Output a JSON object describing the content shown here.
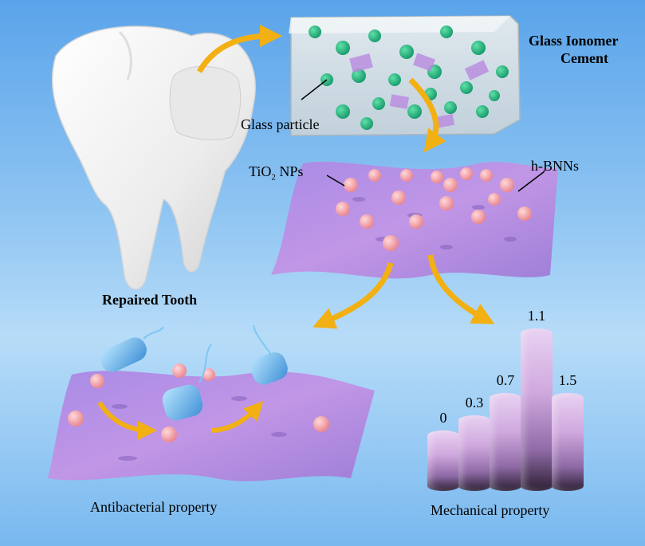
{
  "labels": {
    "glass_ionomer_cement": [
      "Glass Ionomer",
      "Cement"
    ],
    "glass_particle": "Glass particle",
    "tio2_main": "TiO",
    "tio2_sub": "2",
    "tio2_rest": " NPs",
    "h_bnns": "h-BNNs",
    "repaired_tooth": "Repaired Tooth",
    "antibacterial_property": "Antibacterial property",
    "mechanical_property": "Mechanical property"
  },
  "chart_data": {
    "type": "bar",
    "categories": [
      "0",
      "0.3",
      "0.7",
      "1.1",
      "1.5"
    ],
    "values": [
      0.8,
      1.0,
      1.3,
      2.15,
      1.3
    ],
    "title": "",
    "xlabel": "Mechanical property",
    "ylabel": ""
  },
  "colors": {
    "background": "#8ec4f2",
    "arrow": "#f3b012",
    "sheet": "#b48ae0",
    "nanoparticle": "#f2a2a7",
    "glass_particle": "#2fbf86",
    "tooth": "#f4f4f4"
  }
}
